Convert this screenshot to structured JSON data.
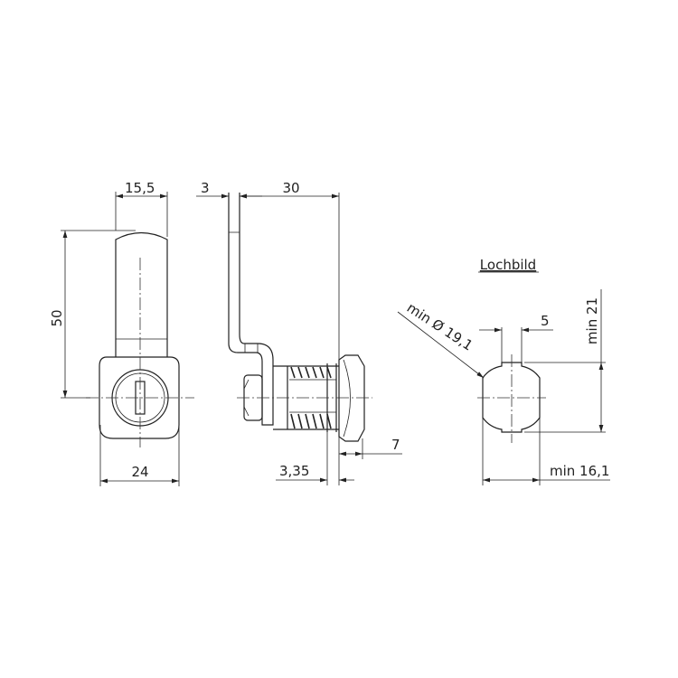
{
  "front_view": {
    "width_top": "15,5",
    "height": "50",
    "width_body": "24"
  },
  "side_view": {
    "cam_thickness": "3",
    "cam_offset": "30",
    "head_height": "7",
    "panel_thickness": "3,35"
  },
  "hole_pattern": {
    "title": "Lochbild",
    "diameter": "min Ø 19,1",
    "flat_width": "5",
    "flat_height": "min 21",
    "across_flats": "min 16,1"
  }
}
